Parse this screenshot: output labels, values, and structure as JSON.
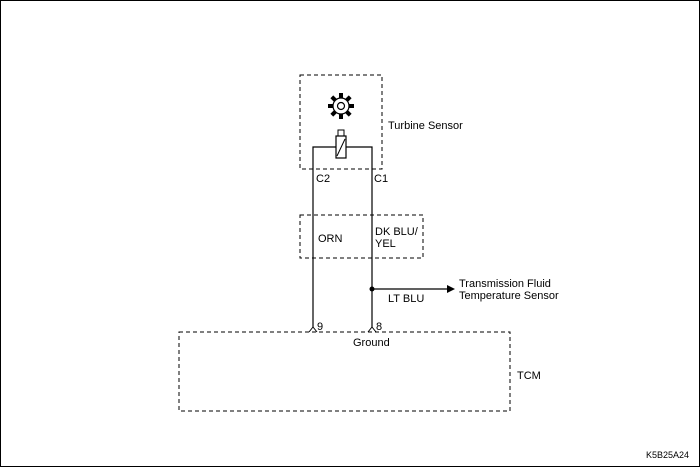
{
  "components": {
    "turbine_sensor": {
      "label": "Turbine Sensor"
    },
    "tcm": {
      "label": "TCM"
    },
    "tft_sensor": {
      "label_line1": "Transmission Fluid",
      "label_line2": "Temperature Sensor"
    }
  },
  "connectors": {
    "sensor_pin_left": "C2",
    "sensor_pin_right": "C1",
    "tcm_pin_left": "9",
    "tcm_pin_right": "8"
  },
  "wires": {
    "left_color": "ORN",
    "right_color_line1": "DK BLU/",
    "right_color_line2": "YEL",
    "branch_color": "LT BLU"
  },
  "tcm_ground_label": "Ground",
  "figure_code": "K5B25A24"
}
